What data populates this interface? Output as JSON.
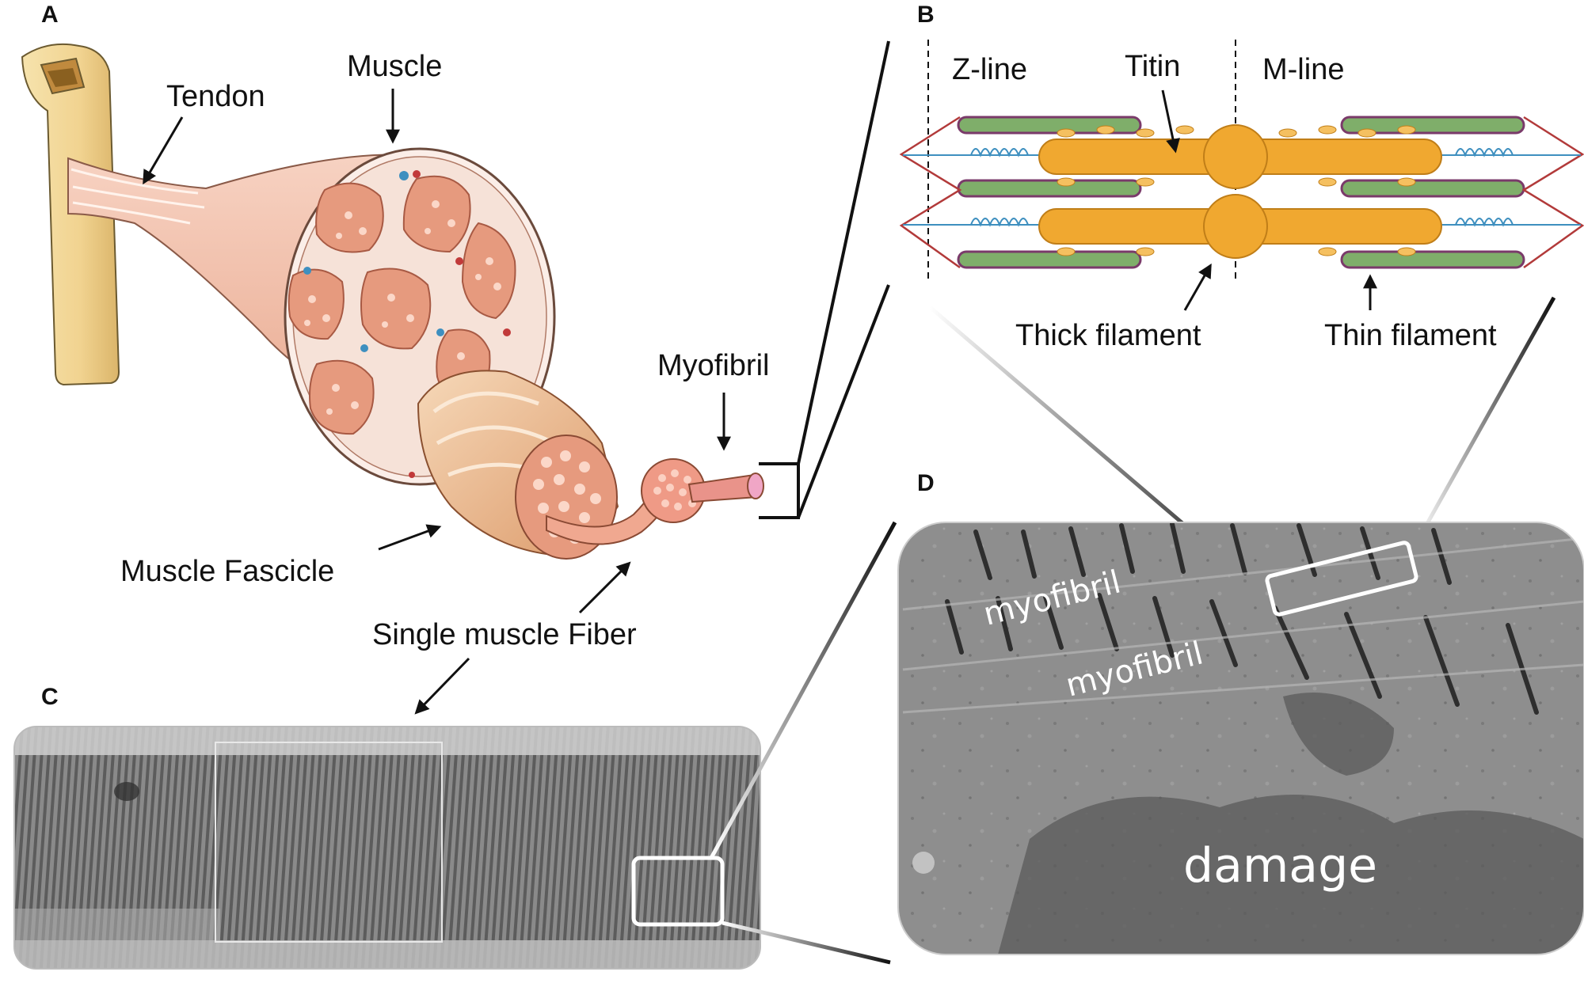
{
  "panels": {
    "a": "A",
    "b": "B",
    "c": "C",
    "d": "D"
  },
  "labels": {
    "tendon": "Tendon",
    "muscle": "Muscle",
    "myofibril": "Myofibril",
    "fascicle": "Muscle Fascicle",
    "fiber": "Single muscle Fiber",
    "zline": "Z-line",
    "titin": "Titin",
    "mline": "M-line",
    "thick": "Thick filament",
    "thin": "Thin filament"
  },
  "micrograph": {
    "myofibril_1": "myofibril",
    "myofibril_2": "myofibril",
    "damage": "damage"
  },
  "colors": {
    "bone": "#f2d79a",
    "muscle_pink": "#f0b9a4",
    "fascicle_fill": "#e89b7d",
    "thick_filament": "#f0a830",
    "thin_filament_green": "#7fae6a",
    "titin_blue": "#3e8fbf",
    "z_line_red": "#b23a3a"
  }
}
